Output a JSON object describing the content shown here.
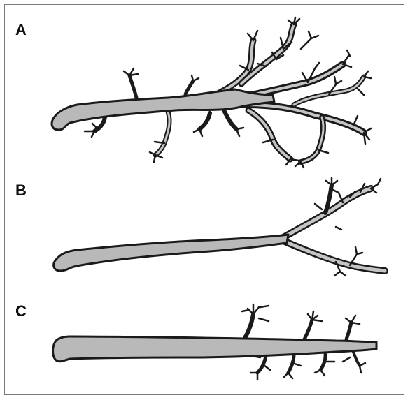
{
  "panels": {
    "a": {
      "label": "A"
    },
    "b": {
      "label": "B"
    },
    "c": {
      "label": "C"
    }
  },
  "colors": {
    "outline": "#1a1a1a",
    "fill": "#b9b9b9",
    "frame": "#7a7a7a"
  }
}
